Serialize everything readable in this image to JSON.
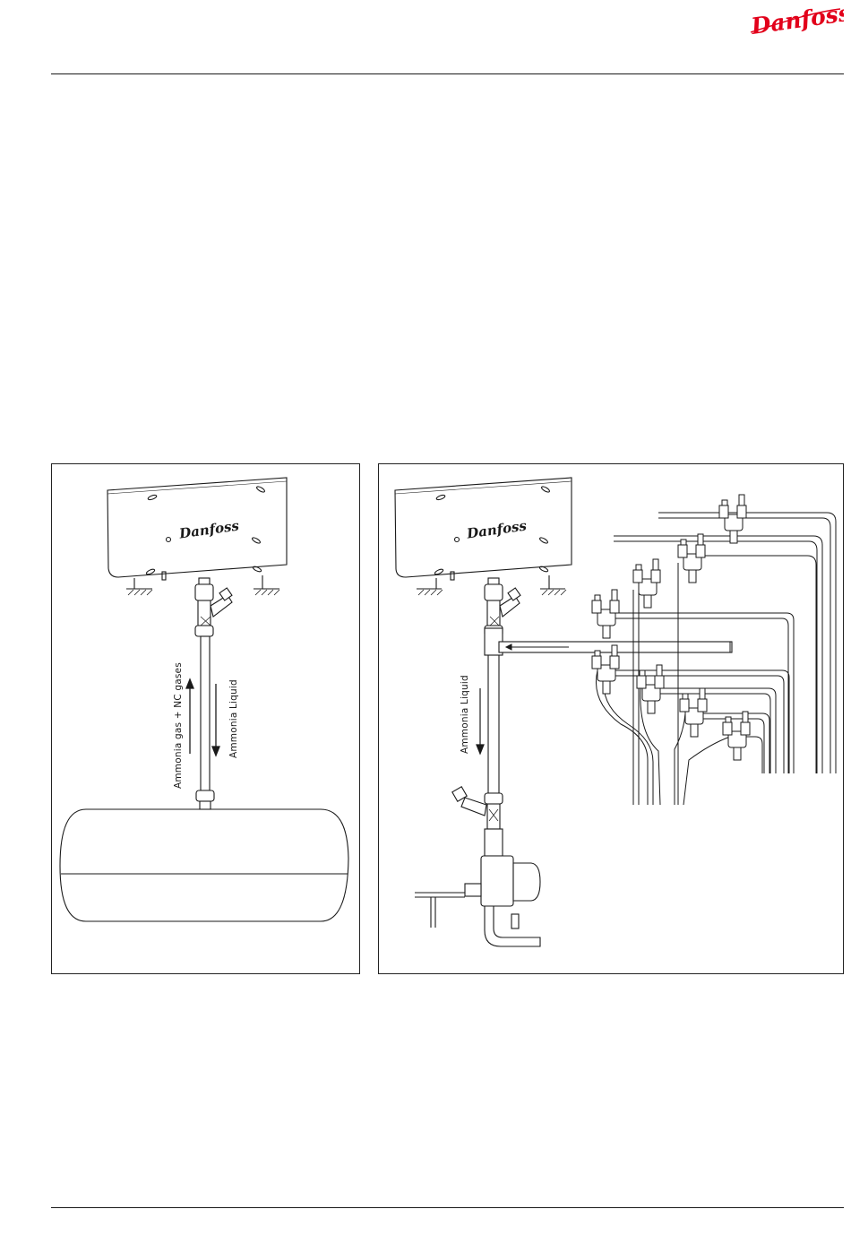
{
  "header": {
    "brand": "Danfoss",
    "brand_color": "#e2001a"
  },
  "figures": {
    "left": {
      "unit_logo": "Danfoss",
      "arrow_up_label": "Ammonia gas + NC gases",
      "arrow_down_label": "Ammonia Liquid"
    },
    "right": {
      "unit_logo": "Danfoss",
      "arrow_down_label": "Ammonia Liquid"
    }
  }
}
